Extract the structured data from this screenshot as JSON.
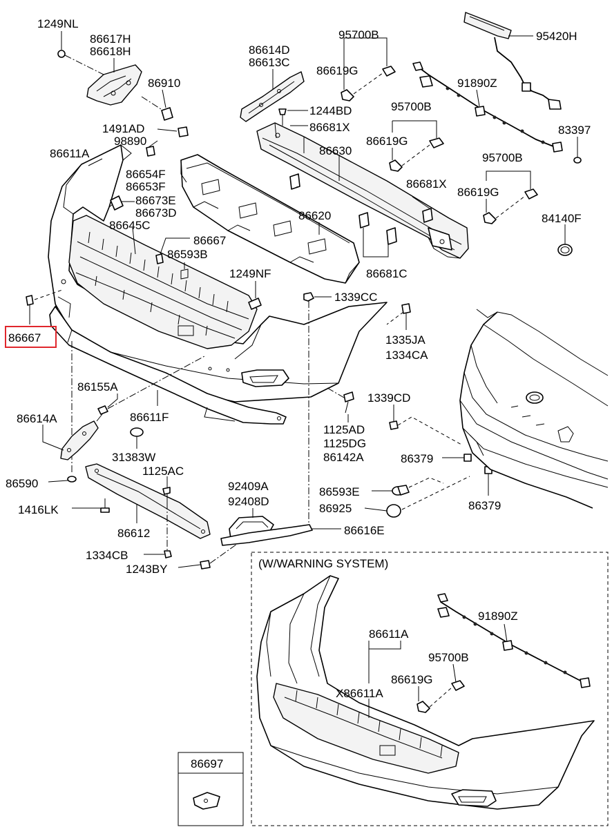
{
  "highlight_color": "#e0262c",
  "labels": {
    "l1249NL": "1249NL",
    "l86617H": "86617H",
    "l86618H": "86618H",
    "l86910": "86910",
    "l1491AD": "1491AD",
    "l98890": "98890",
    "l86611A_main": "86611A",
    "l86654F": "86654F",
    "l86653F": "86653F",
    "l86673E": "86673E",
    "l86673D": "86673D",
    "l86645C": "86645C",
    "l86667_top": "86667",
    "l86593B": "86593B",
    "l86667_highlight": "86667",
    "l86614D": "86614D",
    "l86613C": "86613C",
    "l1244BD": "1244BD",
    "l86681X_top": "86681X",
    "l86630": "86630",
    "l86620": "86620",
    "l86681C": "86681C",
    "l86681X_mid": "86681X",
    "l1249NF": "1249NF",
    "l1339CC": "1339CC",
    "l1335JA": "1335JA",
    "l1334CA": "1334CA",
    "l95700B_1": "95700B",
    "l86619G_1": "86619G",
    "l95700B_2": "95700B",
    "l86619G_2": "86619G",
    "l95700B_3": "95700B",
    "l86619G_3": "86619G",
    "l95420H": "95420H",
    "l91890Z": "91890Z",
    "l83397": "83397",
    "l84140F": "84140F",
    "l86155A": "86155A",
    "l86611F": "86611F",
    "l86614A": "86614A",
    "l31383W": "31383W",
    "l86590": "86590",
    "l1125AC": "1125AC",
    "l1416LK": "1416LK",
    "l86612": "86612",
    "l1334CB": "1334CB",
    "l1243BY": "1243BY",
    "l92409A": "92409A",
    "l92408D": "92408D",
    "l86616E": "86616E",
    "l1125AD": "1125AD",
    "l1125DG": "1125DG",
    "l86142A": "86142A",
    "l1339CD": "1339CD",
    "l86379_a": "86379",
    "l86379_b": "86379",
    "l86593E": "86593E",
    "l86925": "86925",
    "inset_title": "(W/WARNING SYSTEM)",
    "inset_86611A": "86611A",
    "inset_91890Z": "91890Z",
    "inset_95700B": "95700B",
    "inset_86619G": "86619G",
    "inset_X86611A": "X86611A",
    "box_86697": "86697"
  }
}
